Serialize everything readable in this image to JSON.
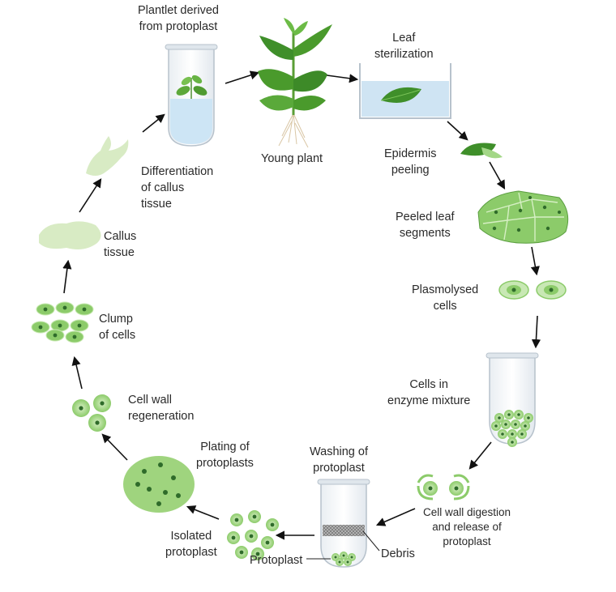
{
  "diagram": {
    "labels": {
      "plantlet": [
        "Plantlet derived",
        "from protoplast"
      ],
      "young_plant": [
        "Young plant"
      ],
      "leaf_sterilization": [
        "Leaf",
        "sterilization"
      ],
      "epidermis_peeling": [
        "Epidermis",
        "peeling"
      ],
      "peeled_segments": [
        "Peeled leaf",
        "segments"
      ],
      "plasmolysed": [
        "Plasmolysed",
        "cells"
      ],
      "enzyme_mixture": [
        "Cells in",
        "enzyme mixture"
      ],
      "cell_wall_digestion": [
        "Cell wall digestion",
        "and release of",
        "protoplast"
      ],
      "washing": [
        "Washing of",
        "protoplast"
      ],
      "debris": [
        "Debris"
      ],
      "protoplast": [
        "Protoplast"
      ],
      "isolated": [
        "Isolated",
        "protoplast"
      ],
      "plating": [
        "Plating of",
        "protoplasts"
      ],
      "regeneration": [
        "Cell wall",
        "regeneration"
      ],
      "clump": [
        "Clump",
        "of cells"
      ],
      "callus": [
        "Callus",
        "tissue"
      ],
      "differentiation": [
        "Differentiation",
        "of callus",
        "tissue"
      ]
    },
    "colors": {
      "leaf_dark": "#3f8f2a",
      "leaf_light": "#7fc55a",
      "cell_fill": "#a9d98c",
      "nucleus": "#2f6b2a",
      "water": "#cfe6f5",
      "callus": "#d8ebc4"
    }
  }
}
